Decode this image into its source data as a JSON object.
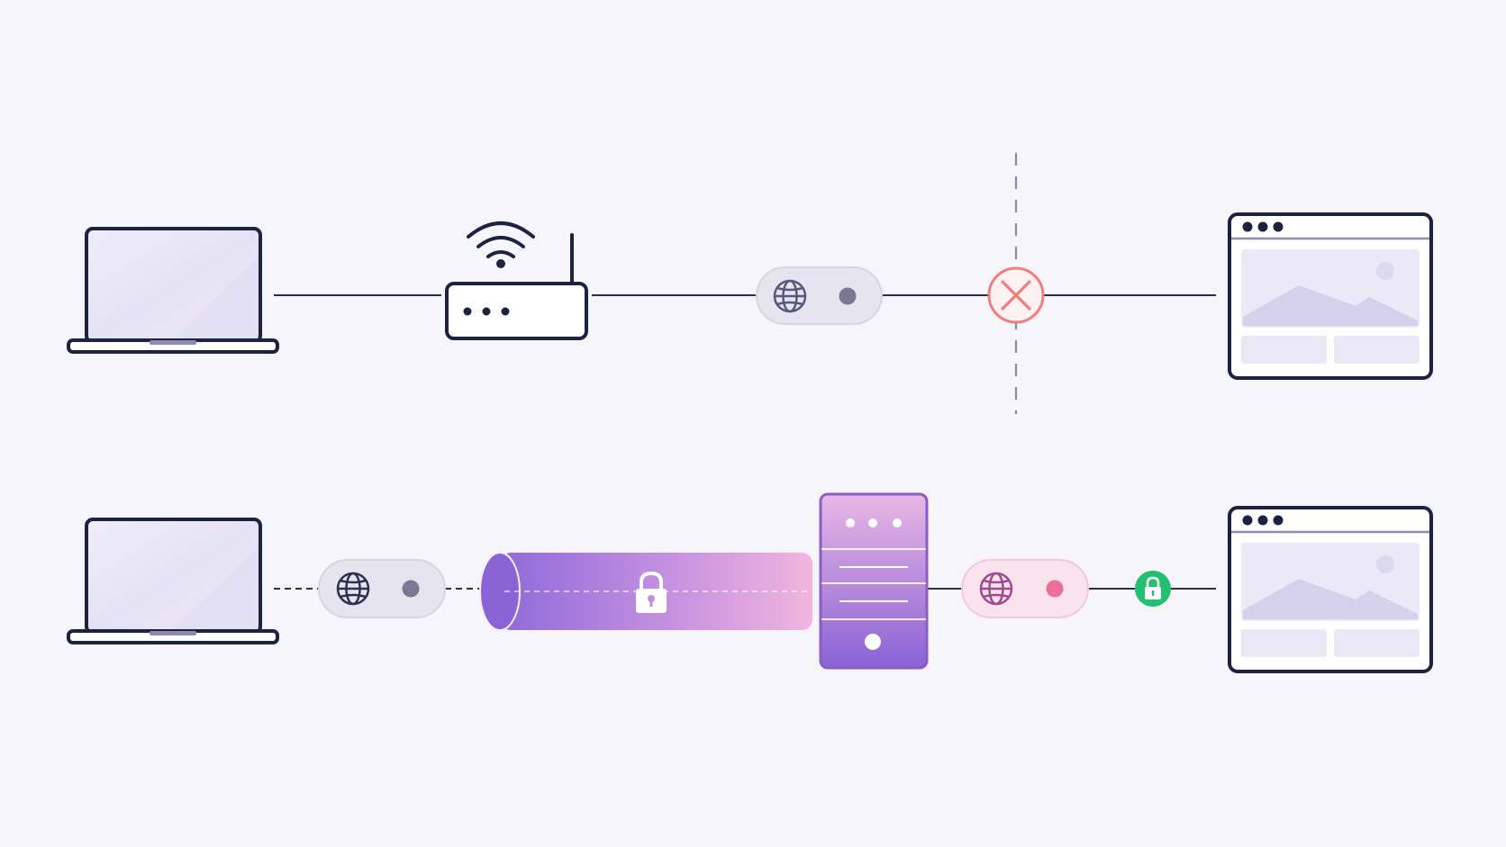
{
  "colors": {
    "background": "#f6f5fb",
    "ink": "#1b2340",
    "line": "#2a2f45",
    "blocked_red": "#ef7f7a",
    "pill_gray": "#e6e4ee",
    "pill_dot": "#7a7896",
    "tunnel_start": "#8f6ad9",
    "tunnel_end": "#f1b5dd",
    "server_top": "#e9b7e6",
    "server_bottom": "#8a62d4",
    "pink_pill": "#fbe3ee",
    "pink_dot": "#ec6f99",
    "secure_green": "#22c06f",
    "browser_fill": "#e9e6f6"
  },
  "rows": [
    {
      "id": "direct-connection",
      "nodes": [
        "laptop-icon",
        "wifi-router-icon",
        "ip-address-pill",
        "blocked-icon",
        "browser-window-icon"
      ],
      "blocked": true
    },
    {
      "id": "vpn-connection",
      "nodes": [
        "laptop-icon",
        "ip-address-pill",
        "encrypted-tunnel",
        "vpn-server-icon",
        "ip-address-pill",
        "secure-lock-icon",
        "browser-window-icon"
      ],
      "blocked": false
    }
  ]
}
